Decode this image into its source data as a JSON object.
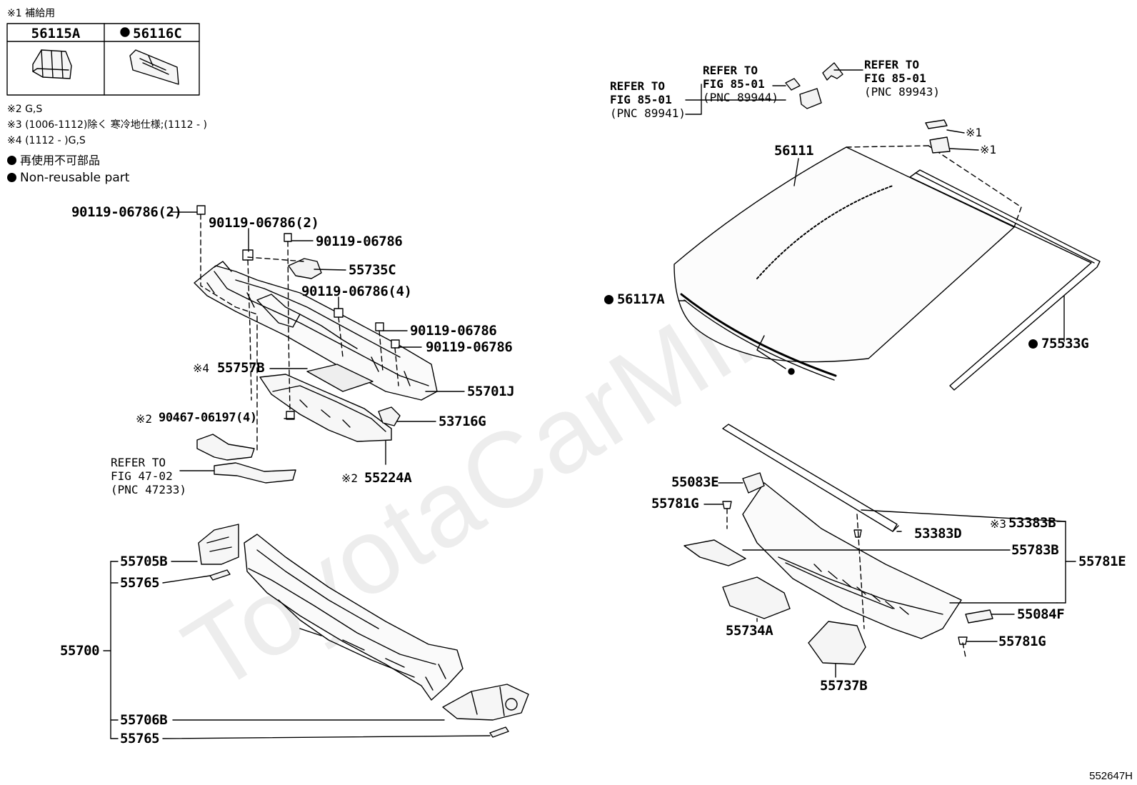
{
  "watermark": "ToyotaCarMine.ru",
  "supply_table": {
    "note_label": "※1 補給用",
    "col1": "56115A",
    "col2": "56116C"
  },
  "notes": {
    "n2": "※2 G,S",
    "n3": "※3 (1006-1112)除く 寒冷地仕様;(1112 -     )",
    "n4": "※4 (1112 -     )G,S",
    "nonreuse_jp": "再使用不可部品",
    "nonreuse_en": "Non-reusable part"
  },
  "labels": {
    "l90119_a": "90119-06786(2)",
    "l90119_b": "90119-06786(2)",
    "l90119_c": "90119-06786",
    "l55735c": "55735C",
    "l90119_d": "90119-06786(4)",
    "l90119_e": "90119-06786",
    "l90119_f": "90119-06786",
    "l55757b": "55757B",
    "l55757b_note": "※4",
    "l55701j": "55701J",
    "l90467": "90467-06197(4)",
    "l90467_note": "※2",
    "l53716g": "53716G",
    "l55224a": "55224A",
    "l55224a_note": "※2",
    "l55705b": "55705B",
    "l55765_a": "55765",
    "l55700": "55700",
    "l55706b": "55706B",
    "l55765_b": "55765",
    "l56111": "56111",
    "l56117a": "56117A",
    "l75533g": "75533G",
    "l55083e": "55083E",
    "l55781g_a": "55781G",
    "l53383d": "53383D",
    "l53383b": "53383B",
    "l53383b_note": "※3",
    "l55783b": "55783B",
    "l55781e": "55781E",
    "l55084f": "55084F",
    "l55781g_b": "55781G",
    "l55734a": "55734A",
    "l55737b": "55737B",
    "star1_a": "※1",
    "star1_b": "※1"
  },
  "refs": {
    "r47_1": "REFER TO",
    "r47_2": "FIG 47-02",
    "r47_3": "(PNC 47233)",
    "r941_1": "REFER TO",
    "r941_2": "FIG 85-01",
    "r941_3": "(PNC 89941)",
    "r944_1": "REFER TO",
    "r944_2": "FIG 85-01",
    "r944_3": "(PNC 89944)",
    "r943_1": "REFER TO",
    "r943_2": "FIG 85-01",
    "r943_3": "(PNC 89943)"
  },
  "footer": "552647H"
}
